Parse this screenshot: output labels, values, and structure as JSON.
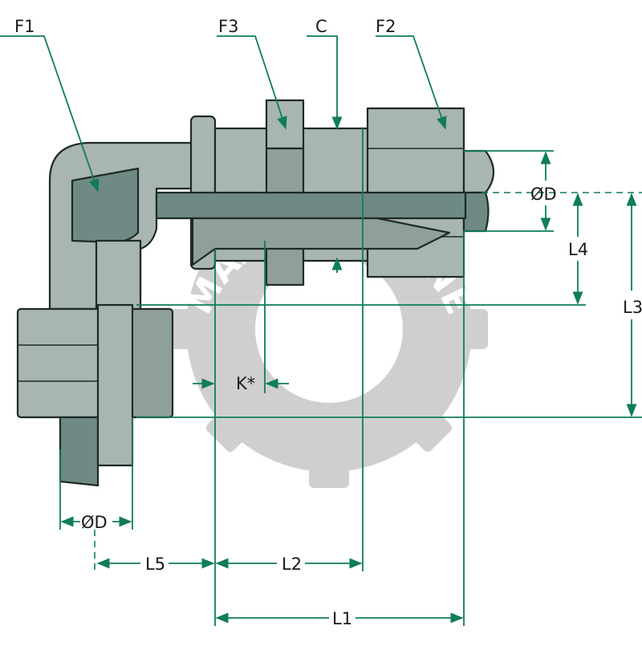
{
  "labels": {
    "f1": "F1",
    "f2": "F2",
    "f3": "F3",
    "c": "C",
    "od_right": "ØD",
    "od_bottom": "ØD",
    "l1": "L1",
    "l2": "L2",
    "l3": "L3",
    "l4": "L4",
    "l5": "L5",
    "k": "K*"
  },
  "watermark": {
    "text": "MAATILANKONE"
  },
  "colors": {
    "dimension": "#0f7d58",
    "metal": "#a8b5b1",
    "bore": "#6f8a84",
    "watermark": "#cfcfcf"
  }
}
